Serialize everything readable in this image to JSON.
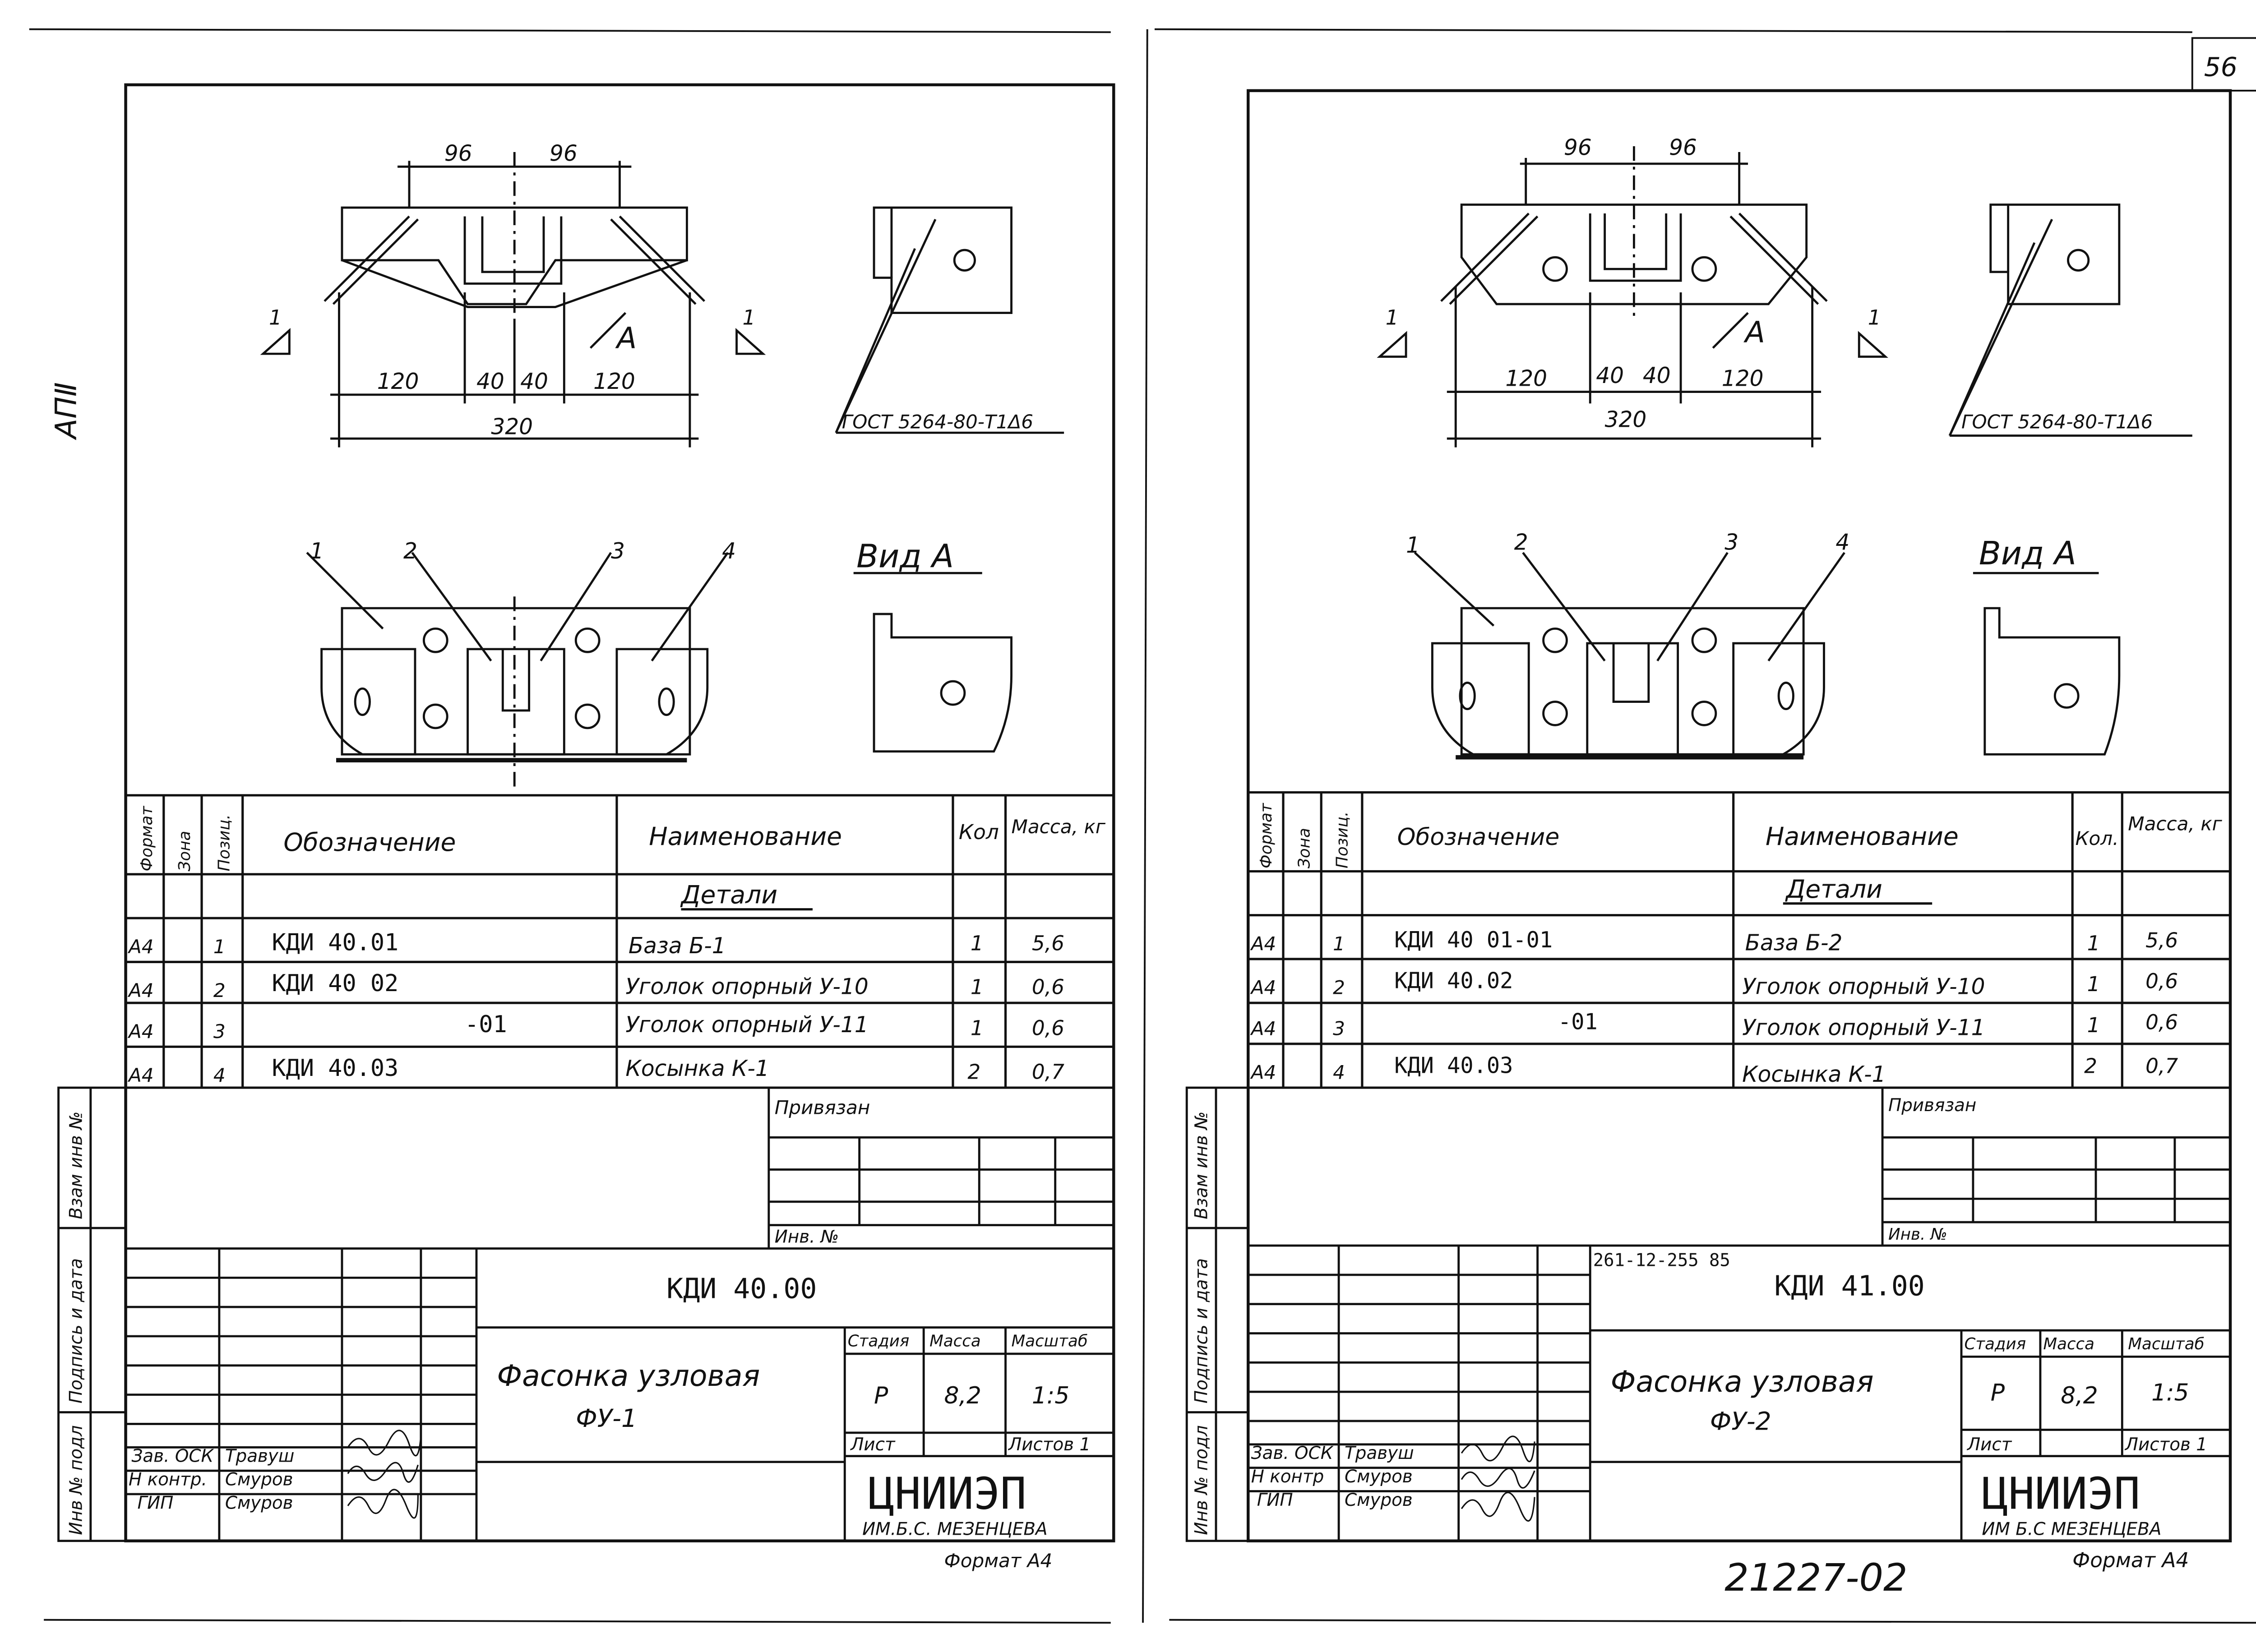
{
  "page_number": "56",
  "side_label": "АПⅡ",
  "footer_code": "21227-02",
  "stamp_labels": {
    "inv_podl": "Инв № подл",
    "podpis": "Подпись и дата",
    "vzam": "Взам инв №"
  },
  "sheets": [
    {
      "drawing": {
        "dims_top": [
          "96",
          "96"
        ],
        "dims_bottom": [
          "120",
          "40",
          "40",
          "120"
        ],
        "dim_total": "320",
        "section_mark": "1",
        "view_arrow": "А",
        "weld_note": "ГОСТ 5264-80-Т1Δ6",
        "part_callouts": [
          "1",
          "2",
          "3",
          "4"
        ],
        "view_title": "Вид А"
      },
      "spec": {
        "headers": {
          "format": "Формат",
          "zone": "Зона",
          "pos": "Позиц.",
          "designation": "Обозначение",
          "name": "Наименование",
          "qty": "Кол",
          "mass": "Масса, кг"
        },
        "section": "Детали",
        "rows": [
          {
            "format": "А4",
            "pos": "1",
            "designation": "КДИ 40.01",
            "name": "База Б-1",
            "qty": "1",
            "mass": "5,6"
          },
          {
            "format": "А4",
            "pos": "2",
            "designation": "КДИ 40 02",
            "name": "Уголок опорный У-10",
            "qty": "1",
            "mass": "0,6"
          },
          {
            "format": "А4",
            "pos": "3",
            "designation": "-01",
            "name": "Уголок опорный У-11",
            "qty": "1",
            "mass": "0,6"
          },
          {
            "format": "А4",
            "pos": "4",
            "designation": "КДИ 40.03",
            "name": "Косынка К-1",
            "qty": "2",
            "mass": "0,7"
          }
        ]
      },
      "title_block": {
        "privyazan": "Привязан",
        "inv_no": "Инв. №",
        "project_code": "",
        "doc_code": "КДИ 40.00",
        "title": "Фасонка узловая",
        "subtitle": "ФУ-1",
        "stage_label": "Стадия",
        "mass_label": "Масса",
        "scale_label": "Масштаб",
        "stage": "Р",
        "mass": "8,2",
        "scale": "1:5",
        "sheet_label": "Лист",
        "sheets_label": "Листов 1",
        "org": "ЦНИИЭП",
        "org_sub": "ИМ.Б.С. МЕЗЕНЦЕВА",
        "format_note": "Формат А4",
        "staff": [
          {
            "role": "Зав. ОСК",
            "name": "Травуш"
          },
          {
            "role": "Н контр.",
            "name": "Смуров"
          },
          {
            "role": "ГИП",
            "name": "Смуров"
          }
        ]
      }
    },
    {
      "drawing": {
        "dims_top": [
          "96",
          "96"
        ],
        "dims_bottom": [
          "120",
          "40",
          "40",
          "120"
        ],
        "dim_total": "320",
        "section_mark": "1",
        "view_arrow": "А",
        "weld_note": "ГОСТ 5264-80-Т1Δ6",
        "part_callouts": [
          "1",
          "2",
          "3",
          "4"
        ],
        "view_title": "Вид А"
      },
      "spec": {
        "headers": {
          "format": "Формат",
          "zone": "Зона",
          "pos": "Позиц.",
          "designation": "Обозначение",
          "name": "Наименование",
          "qty": "Кол.",
          "mass": "Масса, кг"
        },
        "section": "Детали",
        "rows": [
          {
            "format": "А4",
            "pos": "1",
            "designation": "КДИ 40 01-01",
            "name": "База Б-2",
            "qty": "1",
            "mass": "5,6"
          },
          {
            "format": "А4",
            "pos": "2",
            "designation": "КДИ 40.02",
            "name": "Уголок опорный У-10",
            "qty": "1",
            "mass": "0,6"
          },
          {
            "format": "А4",
            "pos": "3",
            "designation": "-01",
            "name": "Уголок опорный У-11",
            "qty": "1",
            "mass": "0,6"
          },
          {
            "format": "А4",
            "pos": "4",
            "designation": "КДИ 40.03",
            "name": "Косынка К-1",
            "qty": "2",
            "mass": "0,7"
          }
        ]
      },
      "title_block": {
        "privyazan": "Привязан",
        "inv_no": "Инв. №",
        "project_code": "261-12-255 85",
        "doc_code": "КДИ 41.00",
        "title": "Фасонка узловая",
        "subtitle": "ФУ-2",
        "stage_label": "Стадия",
        "mass_label": "Масса",
        "scale_label": "Масштаб",
        "stage": "Р",
        "mass": "8,2",
        "scale": "1:5",
        "sheet_label": "Лист",
        "sheets_label": "Листов 1",
        "org": "ЦНИИЭП",
        "org_sub": "ИМ Б.С МЕЗЕНЦЕВА",
        "format_note": "Формат А4",
        "staff": [
          {
            "role": "Зав. ОСК",
            "name": "Травуш"
          },
          {
            "role": "Н контр",
            "name": "Смуров"
          },
          {
            "role": "ГИП",
            "name": "Смуров"
          }
        ]
      }
    }
  ]
}
